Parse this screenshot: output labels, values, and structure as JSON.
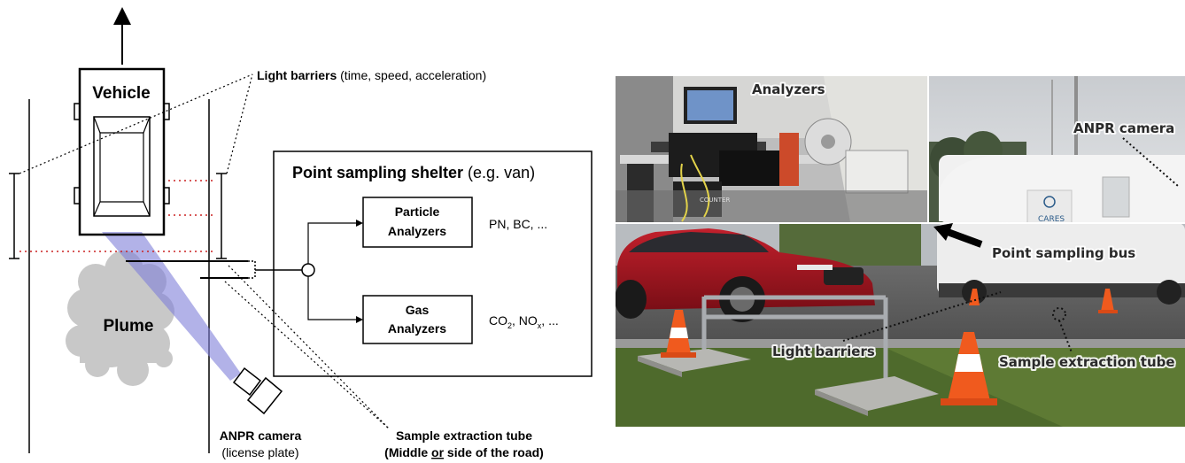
{
  "diagram": {
    "vehicle_label": "Vehicle",
    "plume_label": "Plume",
    "light_barriers_bold": "Light barriers",
    "light_barriers_rest": " (time, speed, acceleration)",
    "shelter_title_bold": "Point sampling shelter",
    "shelter_title_rest": " (e.g. van)",
    "particle_line1": "Particle",
    "particle_line2": "Analyzers",
    "particle_outputs": "PN, BC, ...",
    "gas_line1": "Gas",
    "gas_line2": "Analyzers",
    "gas_out_co": "CO",
    "gas_out_co_sub": "2",
    "gas_out_mid": ", NO",
    "gas_out_no_sub": "x",
    "gas_out_end": ", ...",
    "camera_label": "ANPR camera",
    "camera_sub": "(license plate)",
    "tube_label": "Sample extraction tube",
    "tube_sub_1": "(Middle ",
    "tube_sub_or": "or",
    "tube_sub_2": " side of the road)"
  },
  "photo": {
    "analyzers": "Analyzers",
    "anpr_camera": "ANPR camera",
    "point_sampling_bus": "Point sampling bus",
    "light_barriers": "Light barriers",
    "sample_extraction_tube": "Sample extraction tube",
    "van_logo": "CARES",
    "counter_text": "COUNTER"
  },
  "colors": {
    "plume": "#c8c8c8",
    "camera_beam": "#7f7fd9",
    "barrier_dotted": "#cc2222",
    "car_red": "#a5141f",
    "cone_orange": "#f05a1e",
    "grass": "#4e6a2c",
    "road": "#6d6d6d"
  }
}
